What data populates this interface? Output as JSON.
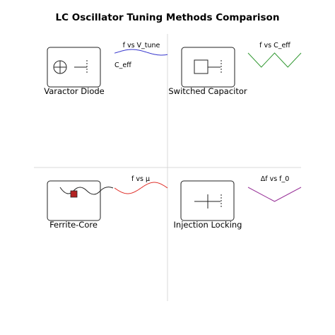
{
  "title": "LC Oscillator Tuning Methods Comparison",
  "panels": [
    {
      "name": "Varactor Diode",
      "plot_label": "f vs V_tune",
      "extra_label": "C_eff",
      "curve_color": "#3333cc",
      "curve": "sine"
    },
    {
      "name": "Switched Capacitor",
      "plot_label": "f vs C_eff",
      "curve_color": "#339933",
      "curve": "zigzag"
    },
    {
      "name": "Ferrite-Core",
      "plot_label": "f vs μ",
      "curve_color": "#e0302a",
      "curve": "sine"
    },
    {
      "name": "Injection Locking",
      "plot_label": "Δf vs f_0",
      "curve_color": "#993399",
      "curve": "vee"
    }
  ],
  "colors": {
    "divider": "#d8d8d8",
    "stroke": "#222222",
    "ferrite_core": "#b22222"
  }
}
